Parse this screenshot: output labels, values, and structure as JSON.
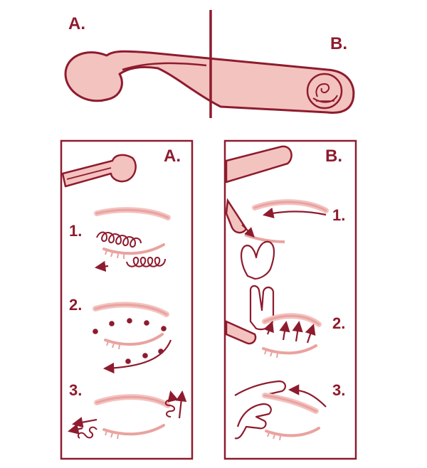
{
  "colors": {
    "stroke": "#8e1b2e",
    "fill": "#f3c3c0",
    "fill_dark": "#e9a3a0",
    "background": "#ffffff"
  },
  "tool": {
    "label_a": "A.",
    "label_b": "B.",
    "logo_icon": "swan-logo-icon"
  },
  "panel_a": {
    "label": "A.",
    "steps": [
      "1.",
      "2.",
      "3."
    ]
  },
  "panel_b": {
    "label": "B.",
    "steps": [
      "1.",
      "2.",
      "3."
    ]
  }
}
